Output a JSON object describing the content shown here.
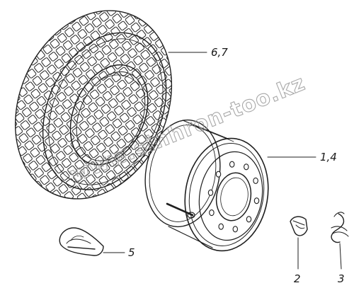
{
  "watermark": {
    "text": "www.sinhron-too.kz",
    "color": "#9a9a9a"
  },
  "callouts": [
    {
      "part": "tire",
      "label": "6,7"
    },
    {
      "part": "wheel-rim",
      "label": "1,4"
    },
    {
      "part": "valve-cap",
      "label": "5"
    },
    {
      "part": "clip",
      "label": "2"
    },
    {
      "part": "clamp",
      "label": "3"
    }
  ],
  "colors": {
    "line": "#1f1f1f",
    "background": "#ffffff"
  }
}
